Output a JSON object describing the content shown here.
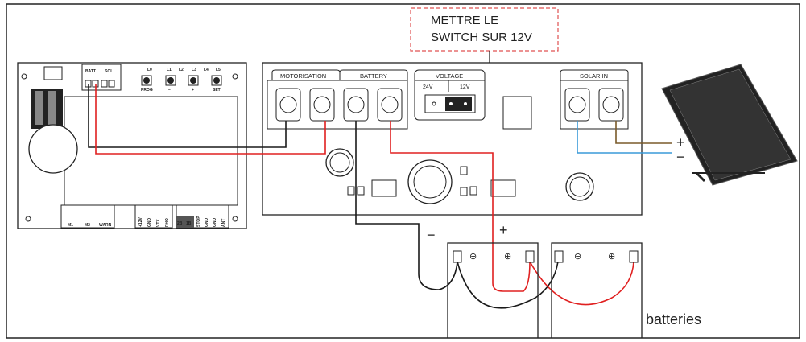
{
  "note": {
    "line1": "METTRE LE",
    "line2": "SWITCH SUR 12V",
    "border_color": "#e05050"
  },
  "controller": {
    "top_labels": [
      "BATT",
      "SOL"
    ],
    "leds": [
      "L0",
      "L1",
      "L2",
      "L3",
      "L4",
      "L5"
    ],
    "buttons": [
      "PROG",
      "−",
      "+",
      "SET"
    ],
    "bottom_labels": [
      "M1",
      "M2",
      "WARN",
      "+12V",
      "GND",
      "VTX",
      "PHO",
      "2B",
      "1B",
      "STOP",
      "GND",
      "GND",
      "ANT"
    ]
  },
  "charger": {
    "motorisation_label": "MOTORISATION",
    "battery_label": "BATTERY",
    "voltage_label": "VOLTAGE",
    "v24": "24V",
    "v12": "12V",
    "solar_label": "SOLAR IN"
  },
  "polarity": {
    "plus": "+",
    "minus": "−",
    "neg_symbol": "⊖",
    "pos_symbol": "⊕"
  },
  "batteries_label": "batteries",
  "colors": {
    "red_wire": "#e02020",
    "black_wire": "#1a1a1a",
    "blue_wire": "#3a9ad8",
    "brown_wire": "#7a5a2a"
  }
}
